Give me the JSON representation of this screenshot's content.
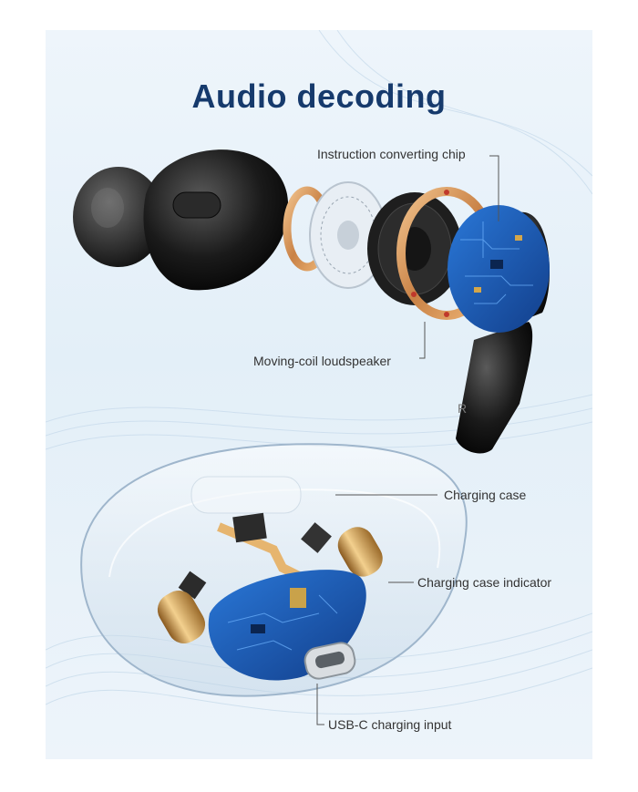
{
  "title": "Audio decoding",
  "labels": {
    "chip": "Instruction converting chip",
    "speaker": "Moving-coil loudspeaker",
    "case": "Charging case",
    "indicator": "Charging case indicator",
    "usb": "USB-C charging input"
  },
  "earbud_side": "R",
  "colors": {
    "title": "#163a6c",
    "pcb_blue": "#1f5fb8",
    "copper": "#d9935a",
    "earbud_black": "#1a1a1a"
  }
}
